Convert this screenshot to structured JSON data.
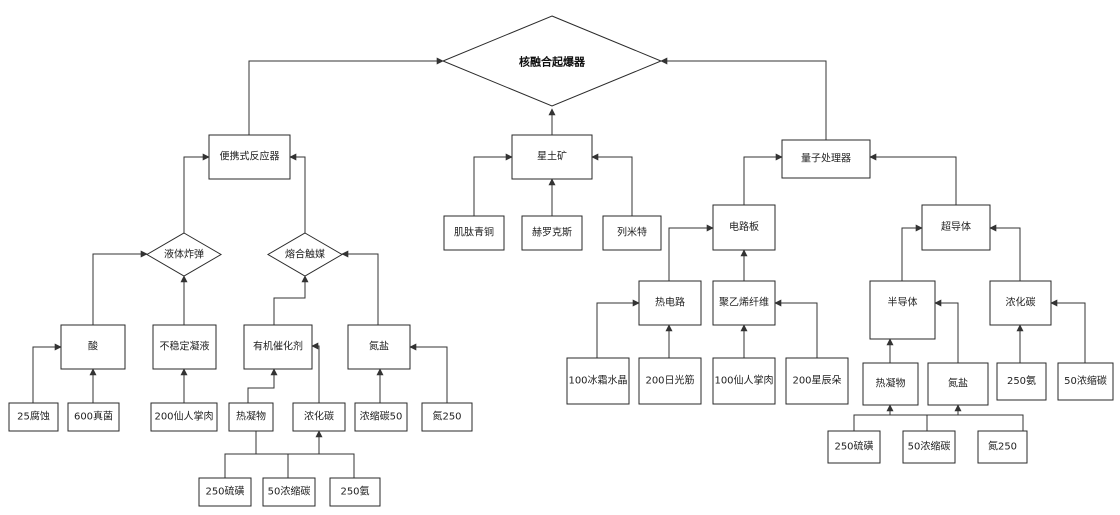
{
  "nodes": {
    "root": "核融合起爆器",
    "portable_reactor": "便携式反应器",
    "rare_earth": "星土矿",
    "quantum_processor": "量子处理器",
    "liquid_explosive": "液体炸弹",
    "fusion_catalyst": "熔合触媒",
    "acid": "酸",
    "unstable_gel": "不稳定凝液",
    "organic_catalyst": "有机催化剂",
    "nitrate_l": "氮盐",
    "ore_a": "肌肽青铜",
    "ore_b": "赫罗克斯",
    "ore_c": "列米特",
    "circuit_board": "电路板",
    "superconductor": "超导体",
    "thermoelectric": "热电路",
    "polyethylene_fiber": "聚乙烯纤维",
    "semiconductor": "半导体",
    "conc_carbide_r": "浓化碳",
    "thermal_gel_r": "热凝物",
    "nitrate_r": "氮盐",
    "fluid_25": "25腐蚀",
    "fungus_600": "600真菌",
    "meat_200": "200仙人掌肉",
    "thermal_gel_l": "热凝物",
    "conc_carbide_l": "浓化碳",
    "carbon_50_l": "浓缩碳50",
    "nitrogen_250_l": "氮250",
    "sulfur_250_l": "250硫磺",
    "carbon_50_l2": "50浓缩碳",
    "ammonia_250_l": "250氨",
    "ice_crystal_100": "100冰霜水晶",
    "sun_fiber_200": "200日光筋",
    "cactus_100": "100仙人掌肉",
    "star_bulb_200": "200星辰朵",
    "ammonia_250_r": "250氨",
    "carbon_50_r": "50浓缩碳",
    "sulfur_250_r": "250硫磺",
    "carbon_50_r2": "50浓缩碳",
    "nitrogen_250_r": "氮250"
  }
}
